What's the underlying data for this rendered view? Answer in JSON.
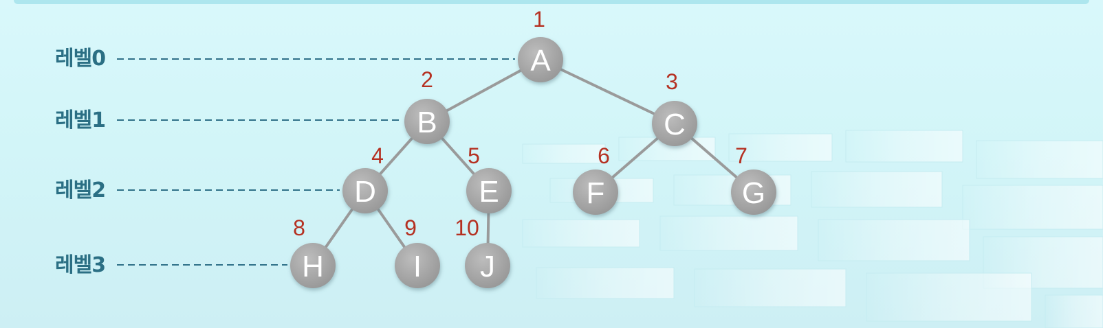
{
  "levels": [
    {
      "label": "레벨0",
      "node": "A"
    },
    {
      "label": "레벨1",
      "node": "B"
    },
    {
      "label": "레벨2",
      "node": "D"
    },
    {
      "label": "레벨3",
      "node": "H"
    }
  ],
  "nodes": [
    {
      "id": "A",
      "label": "A",
      "number": "1",
      "level": 0
    },
    {
      "id": "B",
      "label": "B",
      "number": "2",
      "level": 1
    },
    {
      "id": "C",
      "label": "C",
      "number": "3",
      "level": 1
    },
    {
      "id": "D",
      "label": "D",
      "number": "4",
      "level": 2
    },
    {
      "id": "E",
      "label": "E",
      "number": "5",
      "level": 2
    },
    {
      "id": "F",
      "label": "F",
      "number": "6",
      "level": 2
    },
    {
      "id": "G",
      "label": "G",
      "number": "7",
      "level": 2
    },
    {
      "id": "H",
      "label": "H",
      "number": "8",
      "level": 3
    },
    {
      "id": "I",
      "label": "I",
      "number": "9",
      "level": 3
    },
    {
      "id": "J",
      "label": "J",
      "number": "10",
      "level": 3
    }
  ],
  "edges": [
    [
      "A",
      "B"
    ],
    [
      "A",
      "C"
    ],
    [
      "B",
      "D"
    ],
    [
      "B",
      "E"
    ],
    [
      "C",
      "F"
    ],
    [
      "C",
      "G"
    ],
    [
      "D",
      "H"
    ],
    [
      "D",
      "I"
    ],
    [
      "E",
      "J"
    ]
  ],
  "colors": {
    "node_fill": "#a9a9a9",
    "edge": "#9a9a9a",
    "guide": "#2f7088",
    "level_label": "#2b6f84",
    "number_label": "#b53021"
  }
}
